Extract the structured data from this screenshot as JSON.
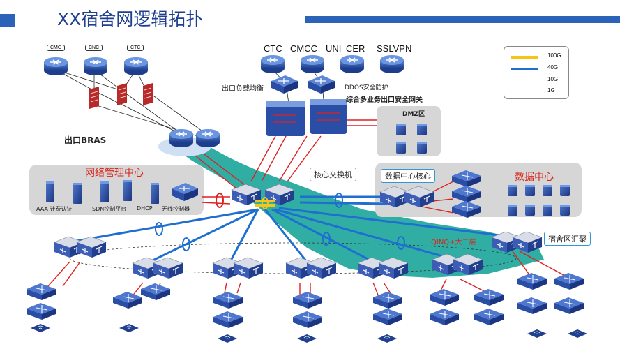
{
  "title": "XX宿舍网逻辑拓扑",
  "header_bar_color": "#2b63b8",
  "top_routers": [
    "CMC",
    "CNC",
    "CTC"
  ],
  "isp_labels": [
    "CTC",
    "CMCC",
    "UNI",
    "CER",
    "SSLVPN"
  ],
  "load_balance": "出口负载均衡",
  "ddos": "DDOS安全防护",
  "gateway": "综合多业务出口安全网关",
  "dmz": "DMZ区",
  "bras": "出口BRAS",
  "mgmt_center": "网络管理中心",
  "mgmt_items": [
    "AAA 计费认证",
    "SDN控制平台",
    "DHCP",
    "无线控制器"
  ],
  "core_switch": "核心交换机",
  "dc_core": "数据中心核心",
  "data_center": "数据中心",
  "dorm_agg": "宿舍区汇聚",
  "qinq": "QINQ+大二层",
  "legend": [
    {
      "label": "100G",
      "color": "#f5c518",
      "icon": "thick-yellow-line"
    },
    {
      "label": "40G",
      "color": "#1e6fd0",
      "icon": "thick-blue-line"
    },
    {
      "label": "10G",
      "color": "#e02020",
      "icon": "red-line"
    },
    {
      "label": "1G",
      "color": "#111111",
      "icon": "black-line"
    }
  ]
}
